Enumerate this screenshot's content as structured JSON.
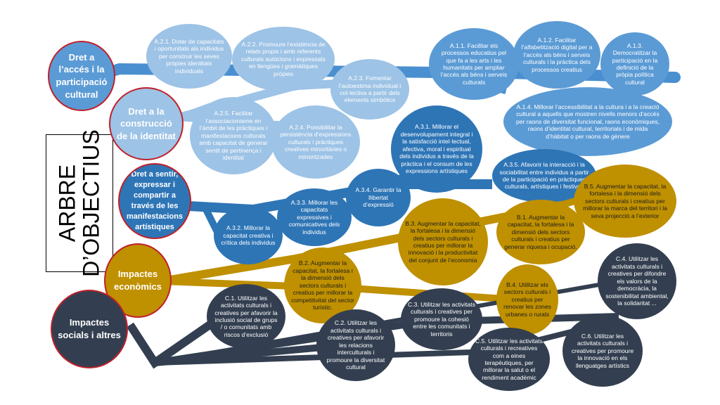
{
  "title": "ARBRE\nD’OBJECTIUS",
  "roots": {
    "acces": "Dret a l’accés i la participació cultural",
    "identitat": "Dret a la construcció de la identitat",
    "sentir": "Dret a sentir, expressar i compartir a través de les manifestacions artístiques",
    "economics": "Impactes econòmics",
    "socials": "Impactes socials i altres"
  },
  "nodes": {
    "a11": "A.1.1. Facilitar els processos educatius pel que fa a les arts i les humanitats per ampliar l’accés als béns i serveis culturals",
    "a12": "A.1.2. Facilitar l’alfabetització digital per a l’accés als béns i serveis culturals i la pràctica dels processos creatius",
    "a13": "A.1.3. Democratitzar la participació en la definició de la pròpia política cultural",
    "a14": "A.1.4. Millorar l’accessibilitat a la cultura i a la creació cultural a aquells que mostren nivells menors d’accés per raons de diversitat funcional, raons econòmiques, raons d’identitat cultural, territorials i de mida d’hàbitat o per raons de gènere",
    "a21": "A.2.1. Dotar de capacitats i oportunitats als individus per construir les seves pròpies identitats individuals",
    "a22": "A.2.2. Promoure l’existència de relats propis i amb referents culturals autòctons i expressats en llengües i gramàtiques pròpies",
    "a23": "A.2.3. Fomentar l’autoestima individual i col·lectiva a partir dels elements simbòlics",
    "a24": "A.2.4. Possibilitar la persistència d’expressions culturals i pràctiques creatives minoritàries o minoritzades",
    "a25": "A.2.5. Facilitar l’associacionisme en l’àmbit de les pràctiques i manifestacions culturals amb capacitat de generar sentit de pertinença i identitat",
    "a31": "A.3.1. Millorar el desenvolupament integral i la satisfacció intel·lectual, afectiva, moral i espiritual dels individus a través de la pràctica i el consum de les expressions artístiques",
    "a32": "A.3.2. Millorar la capacitat creativa i crítica dels individus",
    "a33": "A.3.3. Millorar les capacitats expressives i comunicatives dels individus",
    "a34": "A.3.4. Garantir la llibertat d’expressió",
    "a35": "A.3.5. Afavorir la interacció i la sociabilitat entre individus a partir de la participació en pràctiques culturals, artístiques i festives",
    "b1": "B.1. Augmentar la capacitat, la fortalesa i la dimensió dels sectors culturals i creatius per generar riquesa i ocupació.",
    "b2": "B.2. Augmentar la capacitat, la fortalesa i la dimensió dels sectors culturals i creatius per millorar la competitivitat del sector turístic.",
    "b3": "B.3. Augmentar la capacitat, la fortalesa i la dimensió dels sectors culturals i creatius per millorar la innovació i la productivitat del conjunt de l’economia",
    "b4": "B.4. Utilitzar els sectors culturals i creatius per renovar les zones urbanes o rurals",
    "b5": "B.5. Augmentar la capacitat, la fortalesa i la dimensió dels sectors culturals i creatius per millorar la marca del territori i la seva projecció a l’exterior",
    "c1": "C.1. Utilitzar les activitats culturals i creatives per afavorir la inclusió social de grups / o comunitats amb riscos d’exclusió",
    "c2": "C.2. Utilitzar les activitats culturals i creatives per afavorir les relacions interculturals i promoure la diversitat cultural",
    "c3": "C.3. Utilitzar les activitats culturals i creatives per promoure la cohesió entre les comunitats i territoris",
    "c4": "C.4. Utilitzar les activitats culturals i creatives per difondre els valors de la democràcia, la sostenibilitat ambiental, la solidaritat ...",
    "c5": "C.5. Utilitzar les activitats culturals i recreatives com a eines terapèutiques, per millorar la salut o el rendiment acadèmic",
    "c6": "C.6. Utilitzar les activitats culturals i creatives per promoure la innovació en els llenguatges artístics"
  },
  "colors": {
    "light_blue": "#9dc3e6",
    "mid_blue": "#5b9bd5",
    "dark_blue": "#2e75b6",
    "gold": "#bf9000",
    "navy": "#333f50",
    "root_border": "#c0202a"
  }
}
